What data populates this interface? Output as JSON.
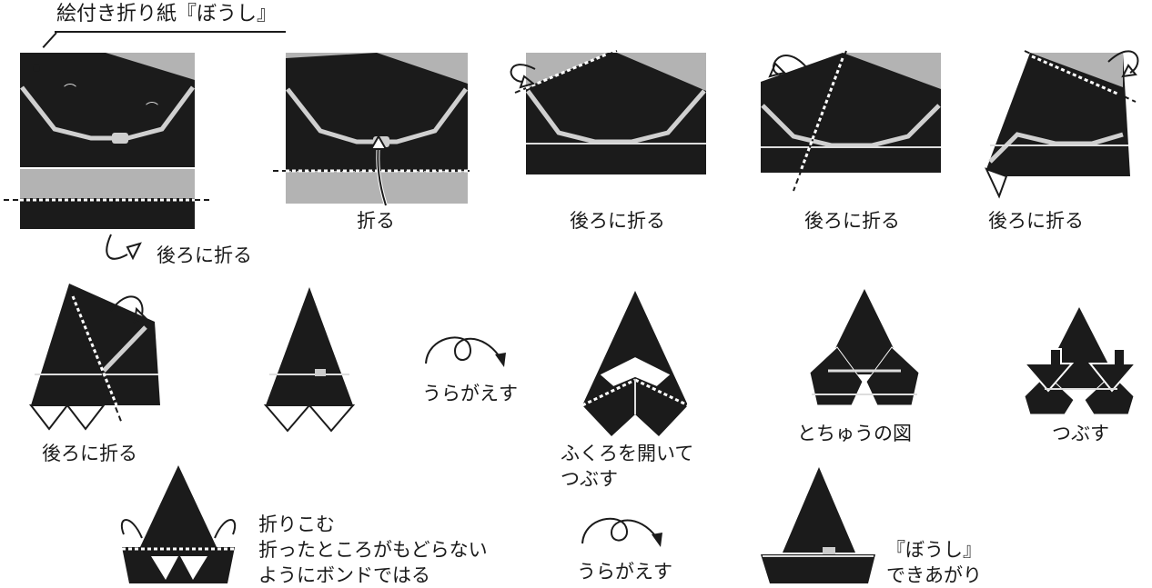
{
  "title": "絵付き折り紙『ぼうし』",
  "colors": {
    "dark": "#1b1b1b",
    "gray": "#b3b3b3",
    "white": "#ffffff",
    "line": "#d9d9d9"
  },
  "steps": [
    {
      "label": "後ろに折る"
    },
    {
      "label": "折る"
    },
    {
      "label": "後ろに折る"
    },
    {
      "label": "後ろに折る"
    },
    {
      "label": "後ろに折る"
    },
    {
      "label": "後ろに折る"
    },
    {
      "label": ""
    },
    {
      "label": "うらがえす"
    },
    {
      "label": "ふくろを開いて\nつぶす"
    },
    {
      "label": "とちゅうの図"
    },
    {
      "label": "つぶす"
    },
    {
      "label": "折りこむ\n折ったところがもどらない\nようにボンドではる"
    },
    {
      "label": "うらがえす"
    },
    {
      "label": "『ぼうし』\nできあがり"
    }
  ],
  "labels_multiline": {
    "step9_line1": "ふくろを開いて",
    "step9_line2": "つぶす",
    "step12_line1": "折りこむ",
    "step12_line2": "折ったところがもどらない",
    "step12_line3": "ようにボンドではる",
    "final_line1": "『ぼうし』",
    "final_line2": "できあがり"
  }
}
